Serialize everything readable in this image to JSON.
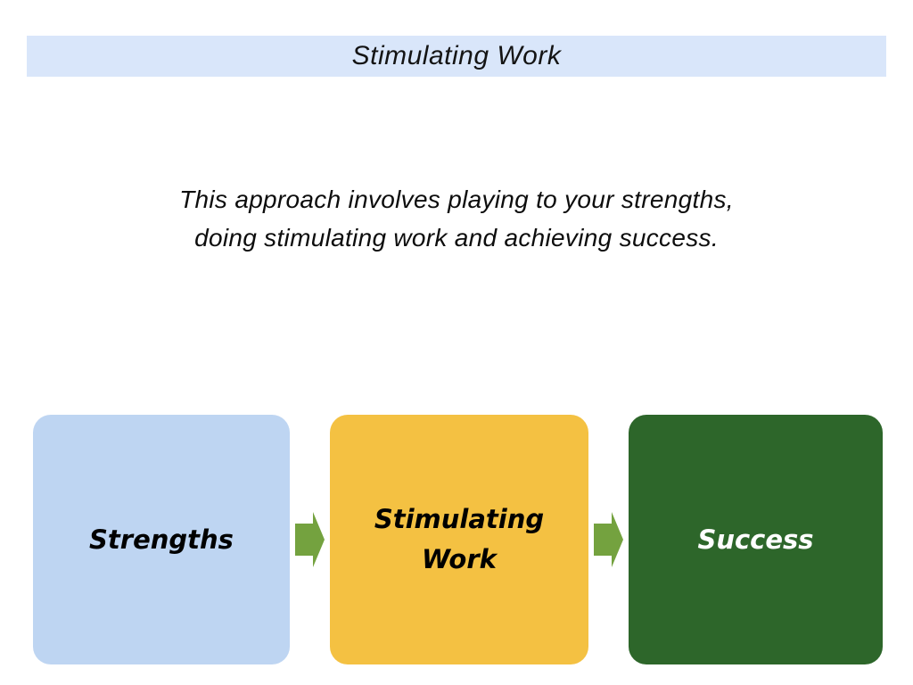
{
  "header": {
    "title": "Stimulating Work",
    "background": "#d9e6fa",
    "text_color": "#141414"
  },
  "intro": {
    "line1": "This approach involves playing to your strengths,",
    "line2": "doing stimulating work and achieving success."
  },
  "flow": {
    "arrow_color": "#74a23f",
    "steps": [
      {
        "name": "strengths",
        "lines": [
          "Strengths"
        ],
        "background": "#bed5f2",
        "text_color": "#000000"
      },
      {
        "name": "stimulating-work",
        "lines": [
          "Stimulating",
          "Work"
        ],
        "background": "#f4c142",
        "text_color": "#000000"
      },
      {
        "name": "success",
        "lines": [
          "Success"
        ],
        "background": "#2d662a",
        "text_color": "#ffffff"
      }
    ]
  }
}
